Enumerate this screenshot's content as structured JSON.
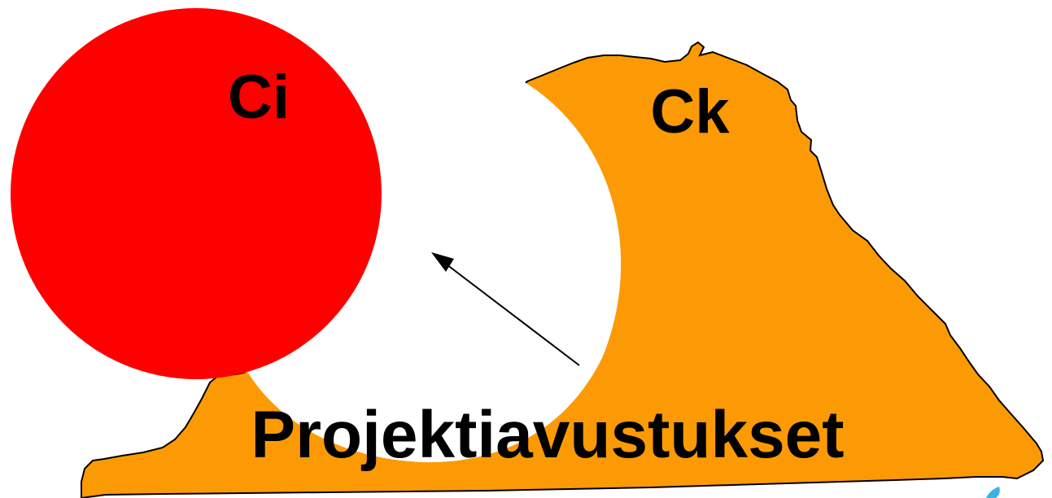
{
  "diagram": {
    "circle_label": "Ci",
    "shape_label": "Ck",
    "caption": "Projektiavustukset"
  },
  "colors": {
    "circle_fill": "#ff0000",
    "shape_fill": "#fc9a05",
    "cutout_fill": "#ffffff",
    "outline": "#000000",
    "corner_mark": "#3ab2e4"
  },
  "icons": {
    "corner_mark": "blue-droplet-icon"
  }
}
